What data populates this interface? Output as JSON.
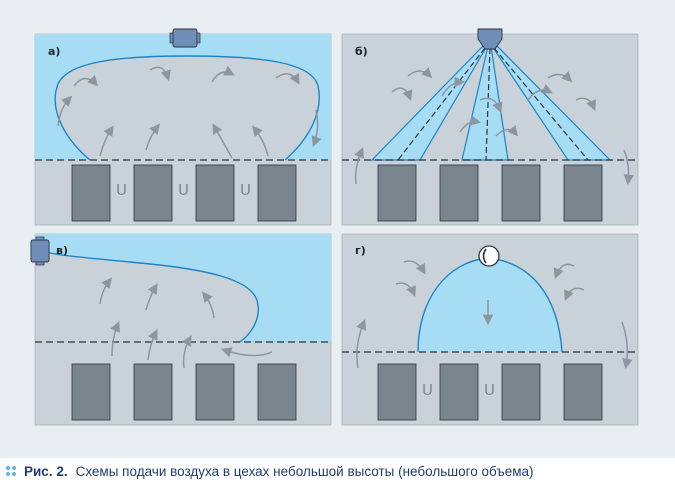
{
  "panels": [
    {
      "id": "a",
      "label": "а)"
    },
    {
      "id": "b",
      "label": "б)"
    },
    {
      "id": "v",
      "label": "в)"
    },
    {
      "id": "g",
      "label": "г)"
    }
  ],
  "glyphs": {
    "return_flow": "U"
  },
  "icons": {
    "duct": "air-supply-duct-icon",
    "nozzle": "air-nozzle-icon",
    "round_diffuser": "round-diffuser-icon",
    "caption_marker": "dots-icon"
  },
  "colors": {
    "background": "#e9eef2",
    "panel": "#c9d1d9",
    "air_jet": "#a7dcf5",
    "air_jet_edge": "#1f84c6",
    "equipment": "#7b858d",
    "flow_arrow": "#8d969f",
    "caption_text": "#1f3c72",
    "caption_marker": "#5fb3df"
  },
  "caption": {
    "prefix": "Рис. 2.",
    "text": "Схемы подачи воздуха в цехах небольшой высоты (небольшого объема)"
  }
}
